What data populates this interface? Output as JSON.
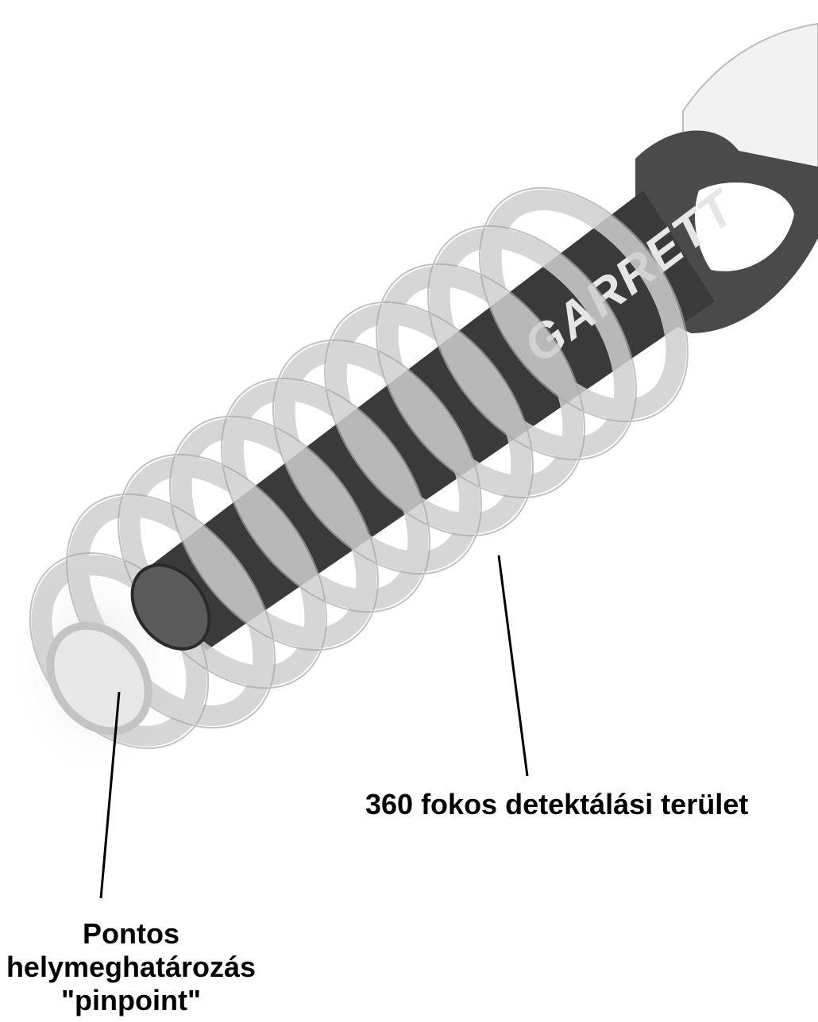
{
  "illustration": {
    "brand_text": "GARRETT",
    "colors": {
      "background": "#ffffff",
      "body": "#3a3a3a",
      "field_ring": "#c8c8c8",
      "label": "#000000"
    }
  },
  "labels": {
    "detection_area": "360 fokos detektálási terület",
    "pinpoint": {
      "line1": "Pontos",
      "line2": "helymeghatározás",
      "line3": "\"pinpoint\""
    }
  }
}
